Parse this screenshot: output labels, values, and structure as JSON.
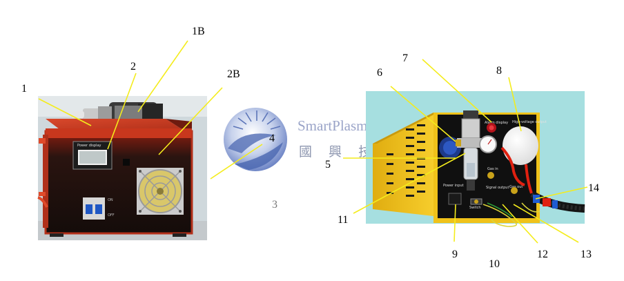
{
  "watermark": {
    "brand_name": "SmartPlasma",
    "brand_chinese": "國 興 技 術"
  },
  "left_device": {
    "display_label": "Power display",
    "breaker_on": "ON",
    "breaker_off": "OFF",
    "callouts": [
      {
        "id": "1",
        "label": "1"
      },
      {
        "id": "1B",
        "label": "1B"
      },
      {
        "id": "2",
        "label": "2"
      },
      {
        "id": "2B",
        "label": "2B"
      },
      {
        "id": "3",
        "label": "3"
      },
      {
        "id": "4",
        "label": "4"
      }
    ]
  },
  "right_device": {
    "panel_labels": {
      "alarm": "Alarm display",
      "hv_output": "High-voltage output",
      "gas_in": "Gas in",
      "gas_out": "Gas out",
      "signal_output": "Signal output",
      "power_input": "Power input",
      "switch": "Switch"
    },
    "callouts": [
      {
        "id": "5",
        "label": "5"
      },
      {
        "id": "6",
        "label": "6"
      },
      {
        "id": "7",
        "label": "7"
      },
      {
        "id": "8",
        "label": "8"
      },
      {
        "id": "9",
        "label": "9"
      },
      {
        "id": "10",
        "label": "10"
      },
      {
        "id": "11",
        "label": "11"
      },
      {
        "id": "12",
        "label": "12"
      },
      {
        "id": "13",
        "label": "13"
      },
      {
        "id": "14",
        "label": "14"
      }
    ]
  },
  "colors": {
    "left_bg": "#cfd8dc",
    "right_bg": "#a6dfe0",
    "red_case": "#c8371d",
    "yellow_case": "#f0c21a",
    "leader_line": "#f4ec1c",
    "fan_yellow": "#d9c76a",
    "watermark_blue": "#5b74b8"
  }
}
